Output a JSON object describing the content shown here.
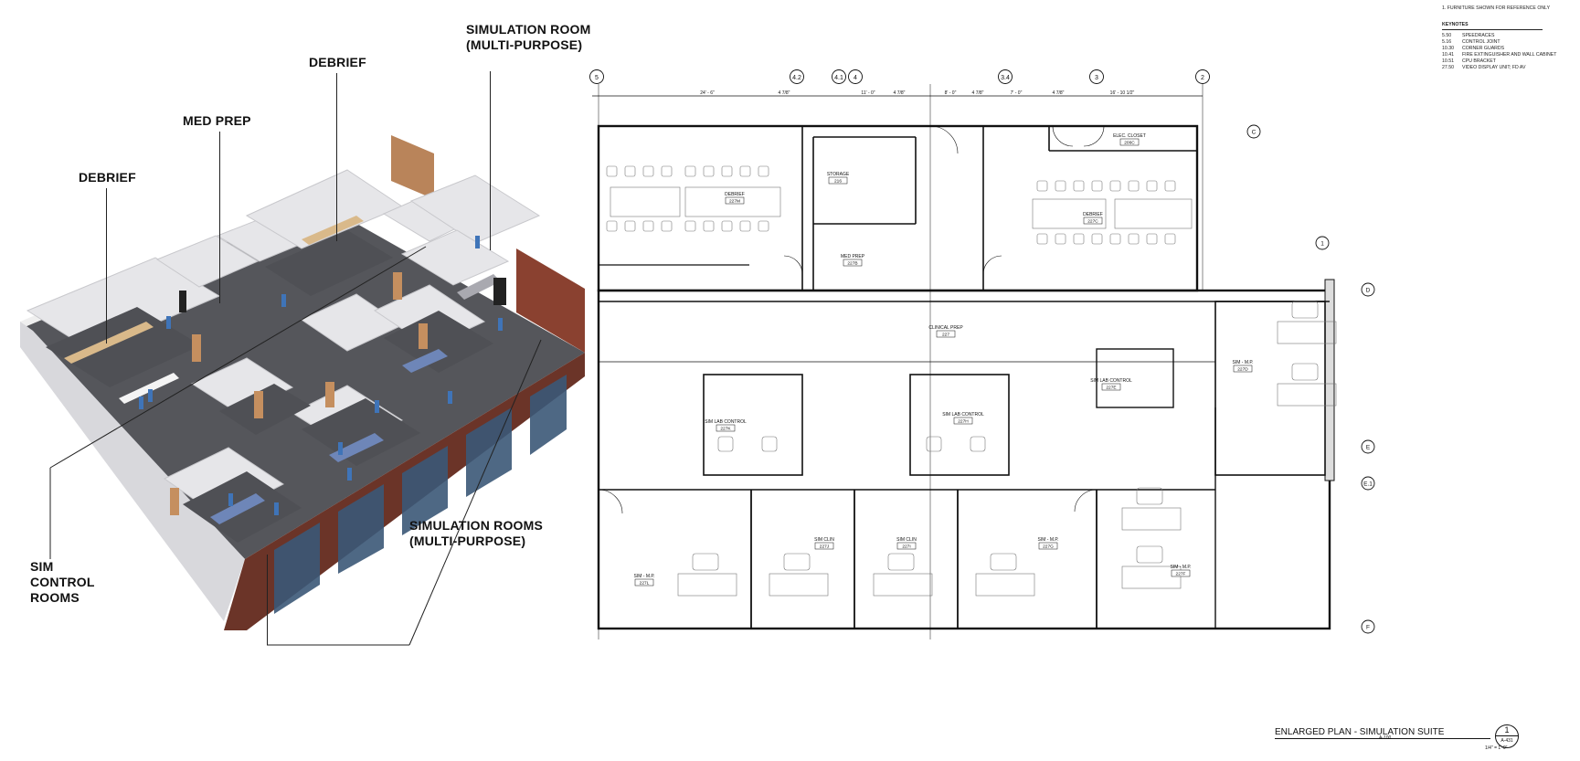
{
  "render_labels": {
    "debrief_left": "DEBRIEF",
    "med_prep": "MED PREP",
    "debrief_top": "DEBRIEF",
    "sim_room_line1": "SIMULATION ROOM",
    "sim_room_line2": "(MULTI-PURPOSE)",
    "sim_rooms_line1": "SIMULATION ROOMS",
    "sim_rooms_line2": "(MULTI-PURPOSE)",
    "sim_control_line1": "SIM",
    "sim_control_line2": "CONTROL",
    "sim_control_line3": "ROOMS"
  },
  "notes": {
    "general_note": "1.   FURNITURE SHOWN FOR REFERENCE ONLY",
    "keynotes_title": "KEYNOTES",
    "keynotes": [
      {
        "code": "5.50",
        "text": "SPEEDRACES"
      },
      {
        "code": "5.16",
        "text": "CONTROL JOINT"
      },
      {
        "code": "10.30",
        "text": "CORNER GUARDS"
      },
      {
        "code": "10.41",
        "text": "FIRE EXTINGUISHER AND WALL CABINET"
      },
      {
        "code": "10.51",
        "text": "CPU BRACKET"
      },
      {
        "code": "27.50",
        "text": "VIDEO DISPLAY UNIT; FD AV"
      }
    ]
  },
  "grid_tags_top": [
    "5",
    "4.2",
    "4.1",
    "4",
    "3.4",
    "3",
    "2"
  ],
  "grid_tags_right": [
    "C",
    "1",
    "D",
    "E",
    "E.1",
    "F"
  ],
  "rooms": [
    {
      "name": "DEBRIEF",
      "num": "227M"
    },
    {
      "name": "STORAGE",
      "num": "216"
    },
    {
      "name": "MED PREP",
      "num": "227B"
    },
    {
      "name": "ELEC. CLOSET",
      "num": "206C"
    },
    {
      "name": "DEBRIEF",
      "num": "227C"
    },
    {
      "name": "CLINICAL PREP",
      "num": "227"
    },
    {
      "name": "SIM LAB CONTROL",
      "num": "227K"
    },
    {
      "name": "SIM LAB CONTROL",
      "num": "227H"
    },
    {
      "name": "SIM LAB CONTROL",
      "num": "227E"
    },
    {
      "name": "SIM - M.P.",
      "num": "227D"
    },
    {
      "name": "SIM - M.P.",
      "num": "227L"
    },
    {
      "name": "SIM CLIN",
      "num": "227J"
    },
    {
      "name": "SIM CLIN",
      "num": "227I"
    },
    {
      "name": "SIM - M.P.",
      "num": "227G"
    },
    {
      "name": "SIM - M.P.",
      "num": "227F"
    }
  ],
  "dims_top": [
    "24' - 6\"",
    "4 7/8\"",
    "11' - 0\"",
    "4 7/8\"",
    "8' - 0\"",
    "4 7/8\"",
    "7' - 0\"",
    "4 7/8\"",
    "16' - 10 1/2\""
  ],
  "title_block": {
    "title": "ENLARGED PLAN - SIMULATION SUITE",
    "scale": "1/4\" = 1'-0\"",
    "sheet_ref": "A-100",
    "detail_number": "1",
    "sheet": "A-431"
  },
  "colors": {
    "floor": "#5b5c61",
    "wall_top": "#f2f2f2",
    "wall_side": "#d9d9dc",
    "wood": "#c08a5c",
    "brick": "#7a3a2a",
    "glass": "#3d5a78",
    "scrub": "#3a6fb3"
  }
}
